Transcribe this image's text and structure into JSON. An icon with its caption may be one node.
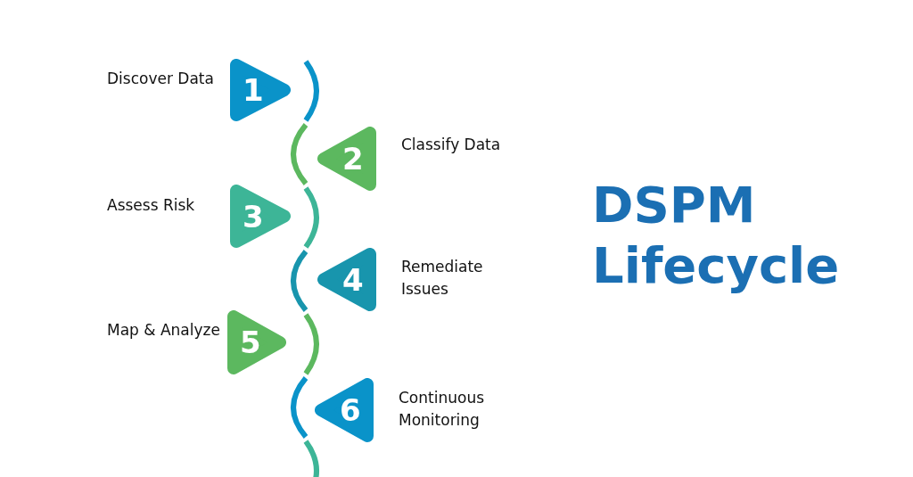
{
  "diagram": {
    "title": "DSPM Lifecycle",
    "nodes": [
      {
        "text": [
          "1"
        ],
        "beside": [
          "Discover Data"
        ]
      },
      {
        "text": [
          "2"
        ],
        "beside": [
          "Classify Data"
        ]
      },
      {
        "text": [
          "3"
        ],
        "beside": [
          "Assess Risk"
        ]
      },
      {
        "text": [
          "4"
        ],
        "beside": [
          "Remediate Issues"
        ]
      },
      {
        "text": [
          "5"
        ],
        "beside": [
          "Map & Analyze"
        ]
      },
      {
        "text": [
          "6"
        ],
        "beside": [
          "Continuous Monitoring"
        ]
      }
    ],
    "edges": []
  }
}
